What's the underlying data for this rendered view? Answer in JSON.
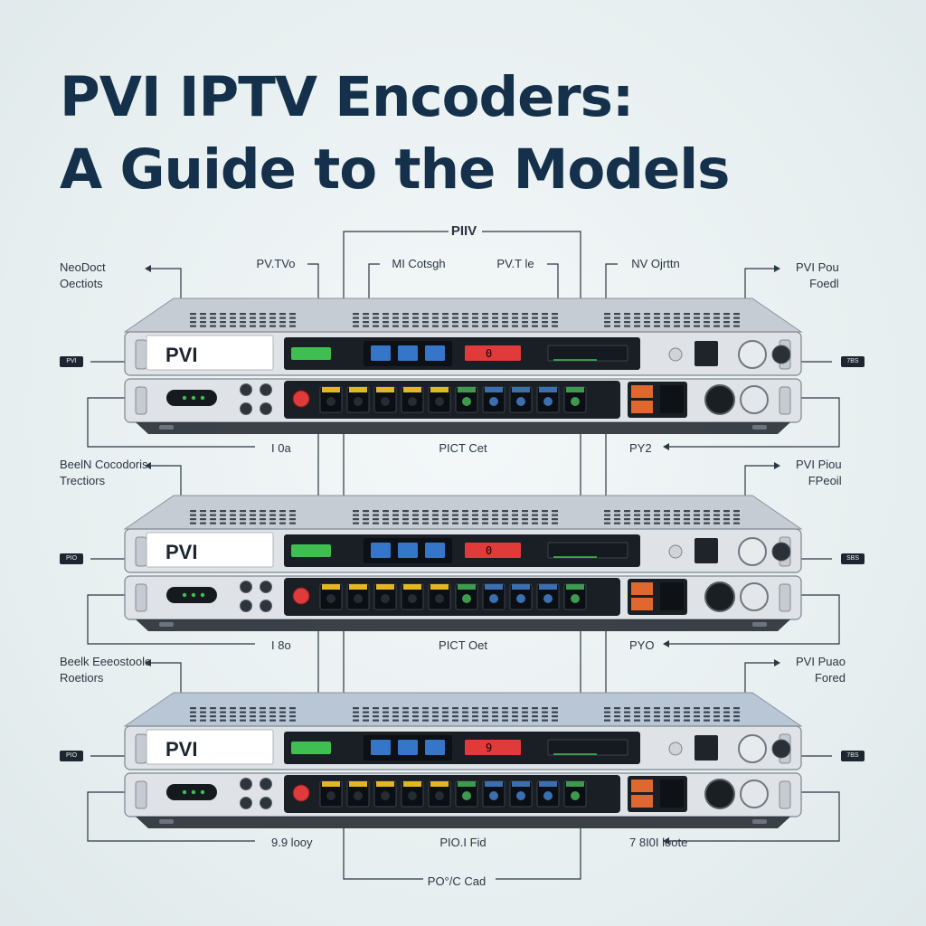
{
  "title": {
    "line1": "PVI IPTV Encoders:",
    "line2": "A Guide to the Models"
  },
  "top_labels": {
    "center": "PIIV",
    "a": "PV.TVo",
    "b": "MI Cotsgh",
    "c": "PV.T le",
    "d": "NV Ojrttn"
  },
  "brand": "PVI",
  "units": [
    {
      "left_note": "NeoDoct\nOectiots",
      "right_note": "PVI Pou\nFoedl",
      "tag_left": "PVI",
      "tag_right": "7BS",
      "display_code": "0",
      "bottom_left": "I 0a",
      "bottom_center": "PICT Cet",
      "bottom_right": "PY2"
    },
    {
      "left_note": "BeelN Cocodoris\nTrectiors",
      "right_note": "PVI Piou\nFPeoil",
      "tag_left": "PIO",
      "tag_right": "SBS",
      "display_code": "0",
      "bottom_left": "I 8o",
      "bottom_center": "PICT Oet",
      "bottom_right": "PYO"
    },
    {
      "left_note": "Beelk Eeeostoole\nRoetiors",
      "right_note": "PVI Puao\nFored",
      "tag_left": "PIO",
      "tag_right": "7BS",
      "display_code": "9",
      "bottom_left": "9.9 looy",
      "bottom_center": "PIO.I Fid",
      "bottom_right": "7 8I0I loote"
    }
  ],
  "footer_label": "PO°/C Cad",
  "colors": {
    "title": "#14304a",
    "chassis_top": "#c6ccd3",
    "front": "#dfe3e7",
    "panel": "#1a1f25",
    "green": "#3fbf52",
    "blue": "#3576c9",
    "red": "#e03a3a",
    "yellow": "#e3b624",
    "orange": "#e0672e",
    "port_green": "#3d9a4e",
    "port_blue": "#3b6fb0"
  }
}
